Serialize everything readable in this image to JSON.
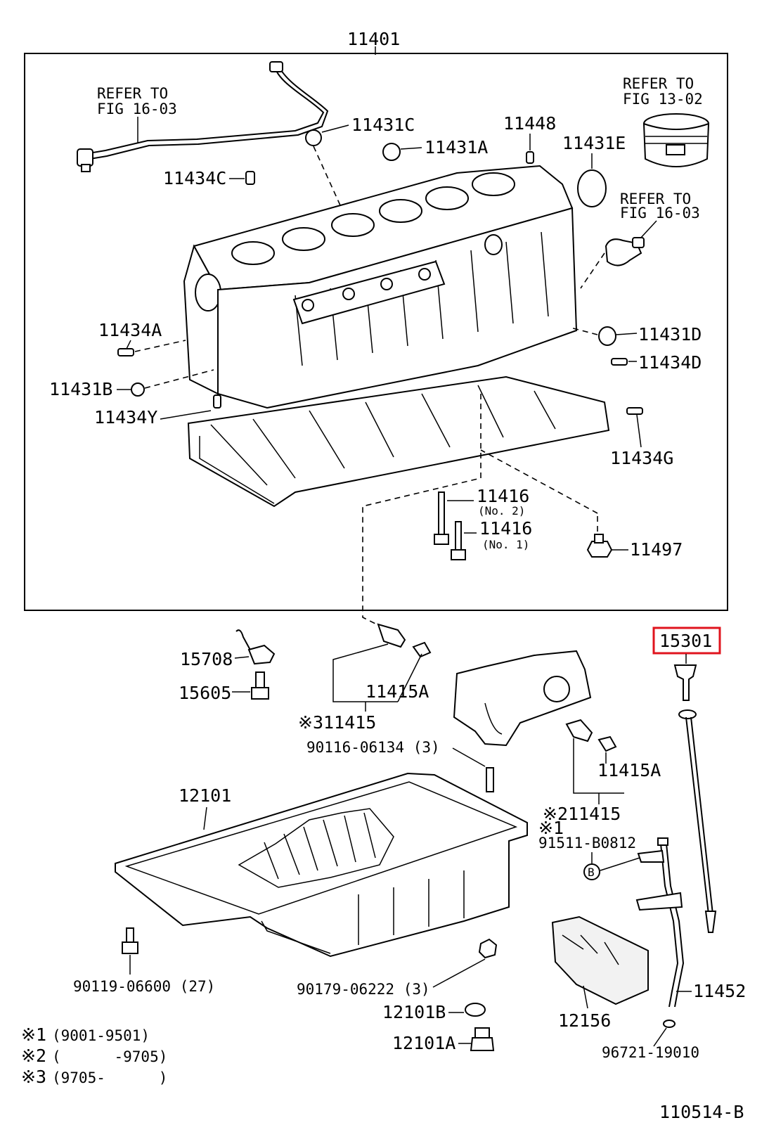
{
  "labels": {
    "block_assembly": "11401",
    "refer_left_1": "REFER TO",
    "refer_left_2": "FIG 16-03",
    "p11431C": "11431C",
    "p11431A": "11431A",
    "p11448": "11448",
    "p11431E": "11431E",
    "refer_piston_1": "REFER TO",
    "refer_piston_2": "FIG 13-02",
    "p11434C": "11434C",
    "refer_right_1": "REFER TO",
    "refer_right_2": "FIG 16-03",
    "p11434A": "11434A",
    "p11431D": "11431D",
    "p11434D": "11434D",
    "p11431B": "11431B",
    "p11434Y": "11434Y",
    "p11434G": "11434G",
    "p11416_a": "11416",
    "p11416_a_note": "(No. 2)",
    "p11416_b": "11416",
    "p11416_b_note": "(No. 1)",
    "p11497": "11497",
    "p15301": "15301",
    "p15708": "15708",
    "p15605": "15605",
    "p11415A_1": "11415A",
    "p311415": "※311415",
    "p90116": "90116-06134 (3)",
    "p11415A_2": "11415A",
    "p211415": "※211415",
    "p_mark1": "※1",
    "p91511": "91511-B0812",
    "p12101": "12101",
    "p90119": "90119-06600 (27)",
    "p90179": "90179-06222 (3)",
    "p12101B": "12101B",
    "p12101A": "12101A",
    "p12156": "12156",
    "p11452": "11452",
    "p96721": "96721-19010",
    "circle_b": "B"
  },
  "legend": [
    {
      "mark": "※1",
      "range": "(9001-9501)"
    },
    {
      "mark": "※2",
      "range": "(      -9705)"
    },
    {
      "mark": "※3",
      "range": "(9705-      )"
    }
  ],
  "figure_id": "110514-B",
  "colors": {
    "ink": "#000000",
    "background": "#ffffff",
    "highlight": "#e0141e"
  },
  "highlighted_part": "15301"
}
